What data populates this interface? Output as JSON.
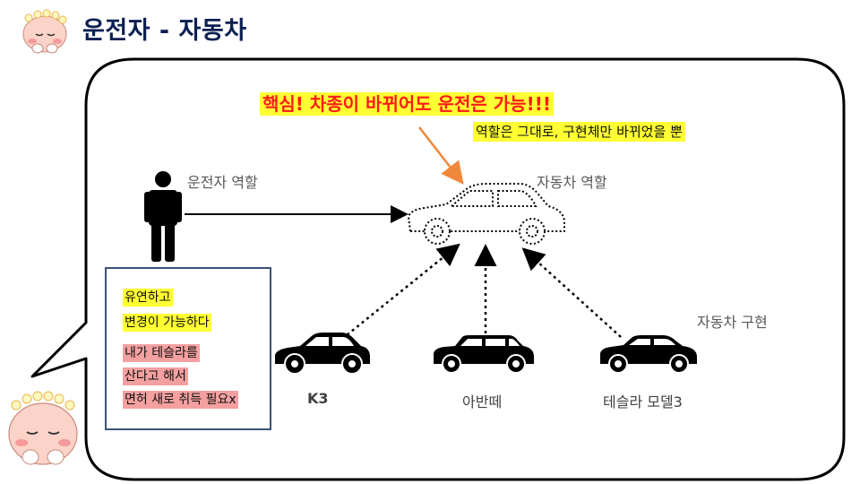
{
  "title": "운전자 - 자동차",
  "headline": "핵심! 차종이 바뀌어도 운전은 가능!!!",
  "subline": "역할은 그대로, 구현체만 바뀌었을 뿐",
  "driver_role_label": "운전자 역할",
  "car_role_label": "자동차 역할",
  "car_impl_label": "자동차 구현",
  "cars": [
    {
      "name": "K3"
    },
    {
      "name": "아반떼"
    },
    {
      "name": "테슬라 모델3"
    }
  ],
  "note": {
    "yellow_lines": [
      "유연하고",
      "변경이 가능하다"
    ],
    "pink_lines": [
      "내가 테슬라를",
      "산다고 해서",
      "면허 새로 취득 필요x"
    ]
  },
  "colors": {
    "title": "#0b1f52",
    "headline_text": "#ff1a1a",
    "highlight_yellow": "#ffff33",
    "highlight_pink": "#f4a0a0",
    "arrow_orange": "#f0883a",
    "note_border": "#3a5278"
  }
}
